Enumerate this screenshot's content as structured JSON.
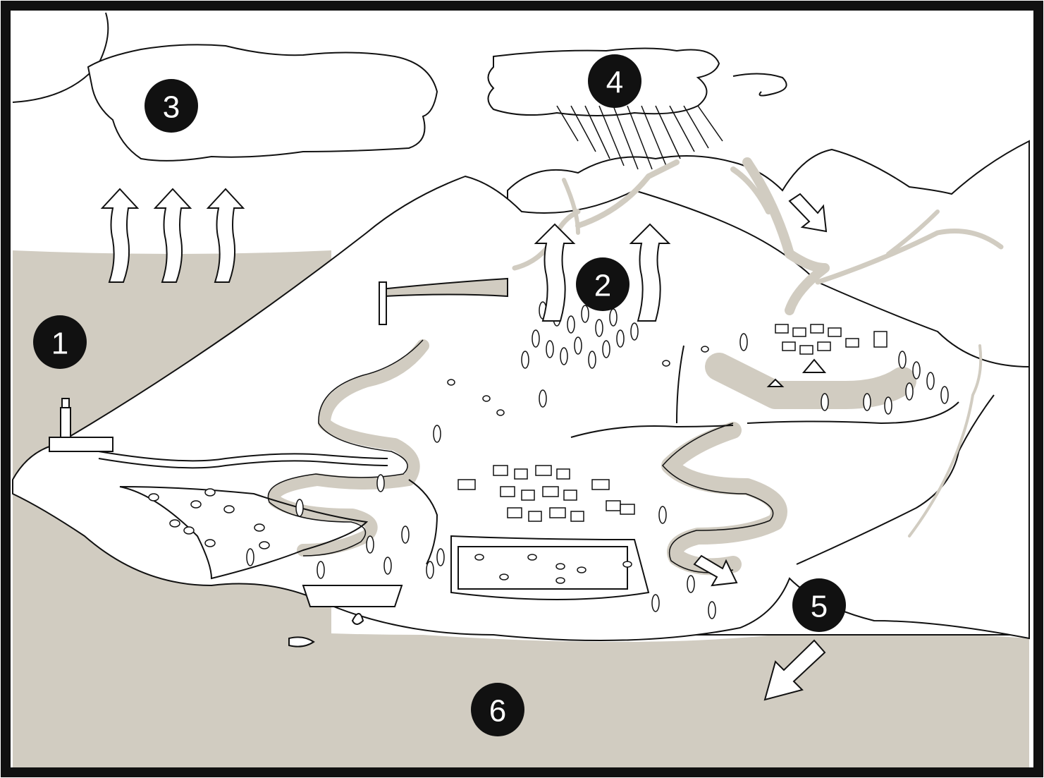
{
  "colors": {
    "water": "#d1ccc1",
    "line": "#111111",
    "marker_fill": "#111111",
    "marker_text": "#ffffff",
    "land": "#ffffff"
  },
  "markers": {
    "m1": "1",
    "m2": "2",
    "m3": "3",
    "m4": "4",
    "m5": "5",
    "m6": "6"
  },
  "icons": [
    "lighthouse-icon",
    "tree-icon",
    "sheep-icon",
    "house-icon",
    "boat-icon",
    "arrow-icon",
    "cloud-icon",
    "sun-icon",
    "rain-icon"
  ]
}
